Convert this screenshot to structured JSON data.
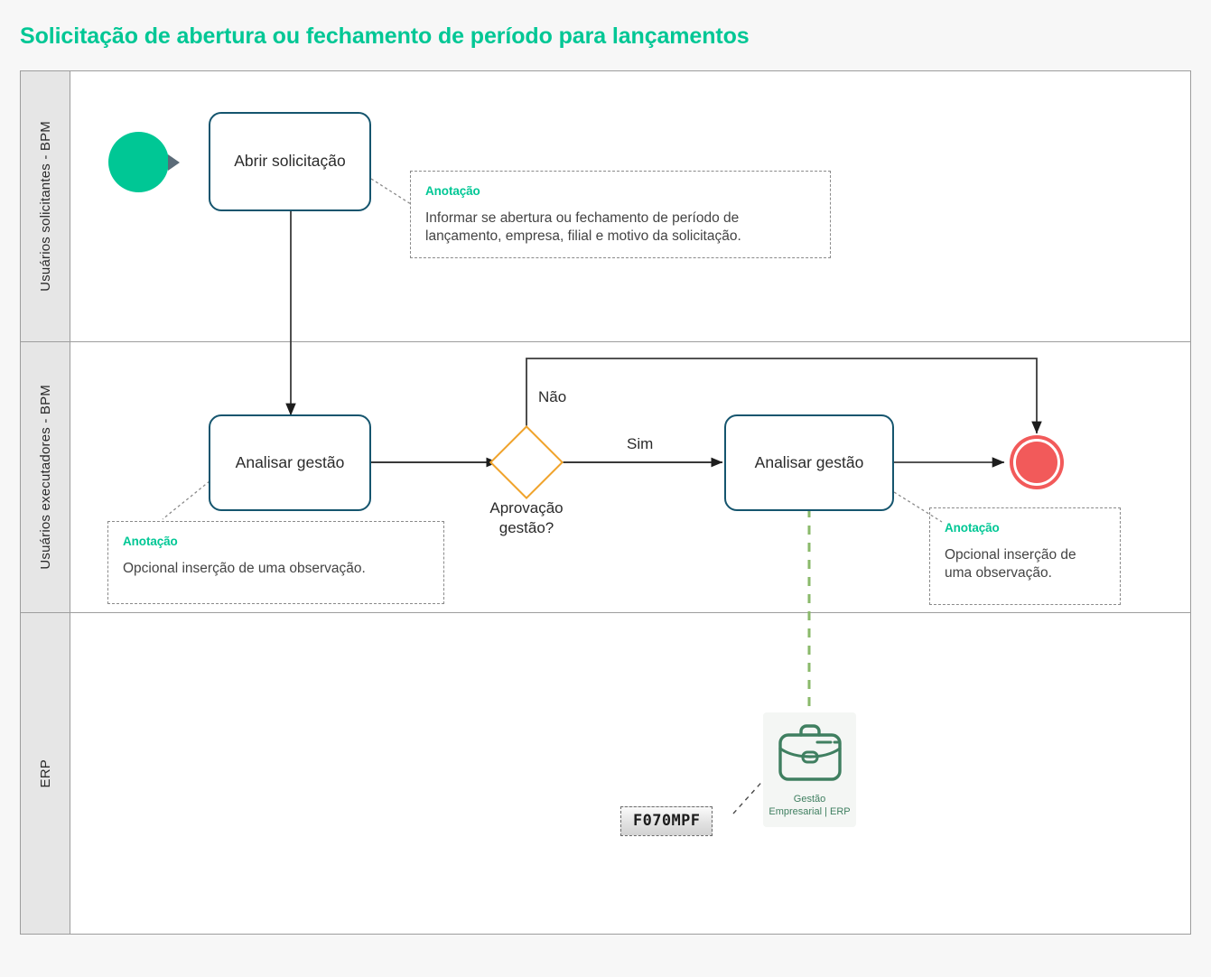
{
  "page": {
    "title": "Solicitação de abertura ou fechamento de período para lançamentos",
    "title_color": "#00C795",
    "background": "#f7f7f7"
  },
  "pool": {
    "lanes": [
      {
        "id": "solicitantes",
        "label": "Usuários solicitantes - BPM"
      },
      {
        "id": "executadores",
        "label": "Usuários executadores - BPM"
      },
      {
        "id": "erp",
        "label": "ERP"
      }
    ]
  },
  "nodes": {
    "start_event": {
      "type": "start-event",
      "label": "",
      "color": "#00C795"
    },
    "task_abrir": {
      "type": "task",
      "label": "Abrir solicitação"
    },
    "task_analisar_1": {
      "type": "task",
      "label": "Analisar gestão"
    },
    "gateway_aprovacao": {
      "type": "exclusive-gateway",
      "caption_line1": "Aprovação",
      "caption_line2": "gestão?",
      "color": "#F0A32B"
    },
    "task_analisar_2": {
      "type": "task",
      "label": "Analisar gestão"
    },
    "end_event": {
      "type": "end-event",
      "label": "",
      "color": "#F25A5A"
    }
  },
  "flows": {
    "nao_label": "Não",
    "sim_label": "Sim"
  },
  "annotations": [
    {
      "id": "anno-abrir",
      "title": "Anotação",
      "text": "Informar se abertura ou fechamento de período de lançamento, empresa, filial e motivo da solicitação."
    },
    {
      "id": "anno-analisar-1",
      "title": "Anotação",
      "text": "Opcional inserção de uma observação."
    },
    {
      "id": "anno-analisar-2",
      "title": "Anotação",
      "text": "Opcional inserção de uma observação."
    }
  ],
  "erp": {
    "icon": "briefcase-icon",
    "label_line1": "Gestão",
    "label_line2": "Empresarial | ERP",
    "color": "#3f7f60",
    "code_chip": "F070MPF"
  }
}
